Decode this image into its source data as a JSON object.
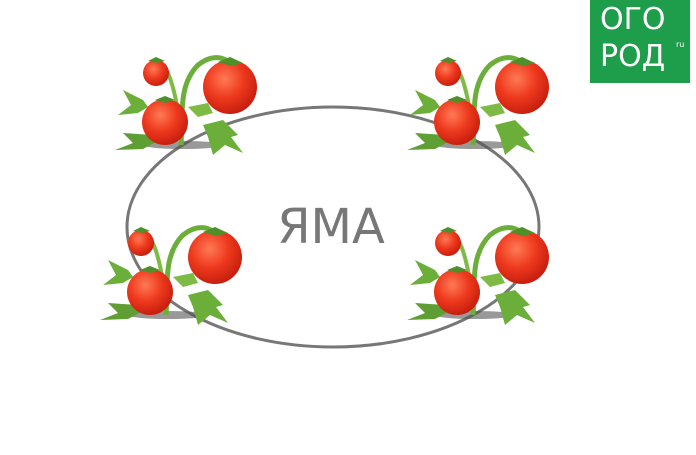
{
  "diagram": {
    "center_label": "ЯМА",
    "plants": [
      "tomato-plant",
      "tomato-plant",
      "tomato-plant",
      "tomato-plant"
    ],
    "colors": {
      "ellipse": "#777777",
      "label": "#777777",
      "tomato": "#e8321c",
      "leaf": "#6cae3a"
    }
  },
  "logo": {
    "line1": "ОГО",
    "line2": "РОД",
    "suffix": "ru",
    "color": "#1e9e4a"
  }
}
